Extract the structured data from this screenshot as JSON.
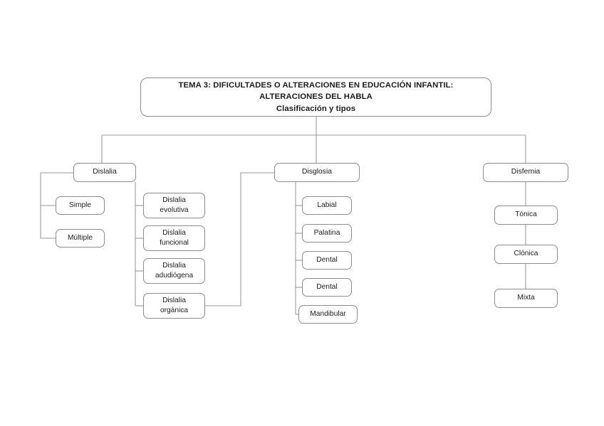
{
  "diagram": {
    "title": {
      "line1": "TEMA 3: DIFICULTADES O ALTERACIONES EN EDUCACIÓN INFANTIL:",
      "line2": "ALTERACIONES DEL HABLA",
      "line3": "Clasificación y tipos",
      "full": "TEMA 3: DIFICULTADES O ALTERACIONES EN EDUCACIÓN INFANTIL:\nALTERACIONES DEL HABLA\nClasificación y tipos"
    },
    "branches": [
      {
        "id": "dislalia",
        "label": "Dislalia",
        "left_children": [
          {
            "id": "simple",
            "label": "Simple"
          },
          {
            "id": "multiple",
            "label": "Múltiple"
          }
        ],
        "right_children": [
          {
            "id": "dislalia-evolutiva",
            "label": "Dislalia\nevolutiva"
          },
          {
            "id": "dislalia-funcional",
            "label": "Dislalia\nfuncional"
          },
          {
            "id": "dislalia-adudiogena",
            "label": "Dislalia\nadudiógena"
          },
          {
            "id": "dislalia-organica",
            "label": "Dislalia\norgánica"
          }
        ]
      },
      {
        "id": "disglosia",
        "label": "Disglosia",
        "children": [
          {
            "id": "labial",
            "label": "Labial"
          },
          {
            "id": "palatina",
            "label": "Palatina"
          },
          {
            "id": "dental-1",
            "label": "Dental"
          },
          {
            "id": "dental-2",
            "label": "Dental"
          },
          {
            "id": "mandibular",
            "label": "Mandibular"
          }
        ]
      },
      {
        "id": "disfemia",
        "label": "Disfemia",
        "chain": [
          {
            "id": "tonica",
            "label": "Tónica"
          },
          {
            "id": "clonica",
            "label": "Clónica"
          },
          {
            "id": "mixta",
            "label": "Mixta"
          }
        ]
      }
    ],
    "colors": {
      "background": "#ffffff",
      "box_border": "#8c8c8c",
      "connector": "#9a9a9a",
      "text": "#1c1c1c"
    }
  }
}
